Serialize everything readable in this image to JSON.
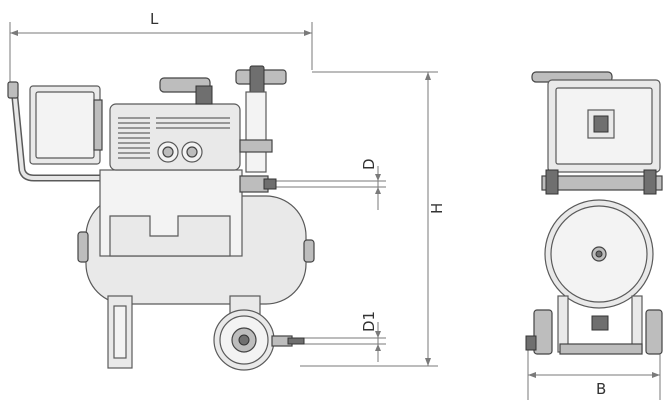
{
  "labels": {
    "length": "L",
    "height": "H",
    "depth": "D",
    "depth1": "D1",
    "width": "B"
  },
  "colors": {
    "line": "#7a7a7a",
    "outline": "#5a5a5a",
    "fill": "#e9e9e9"
  }
}
